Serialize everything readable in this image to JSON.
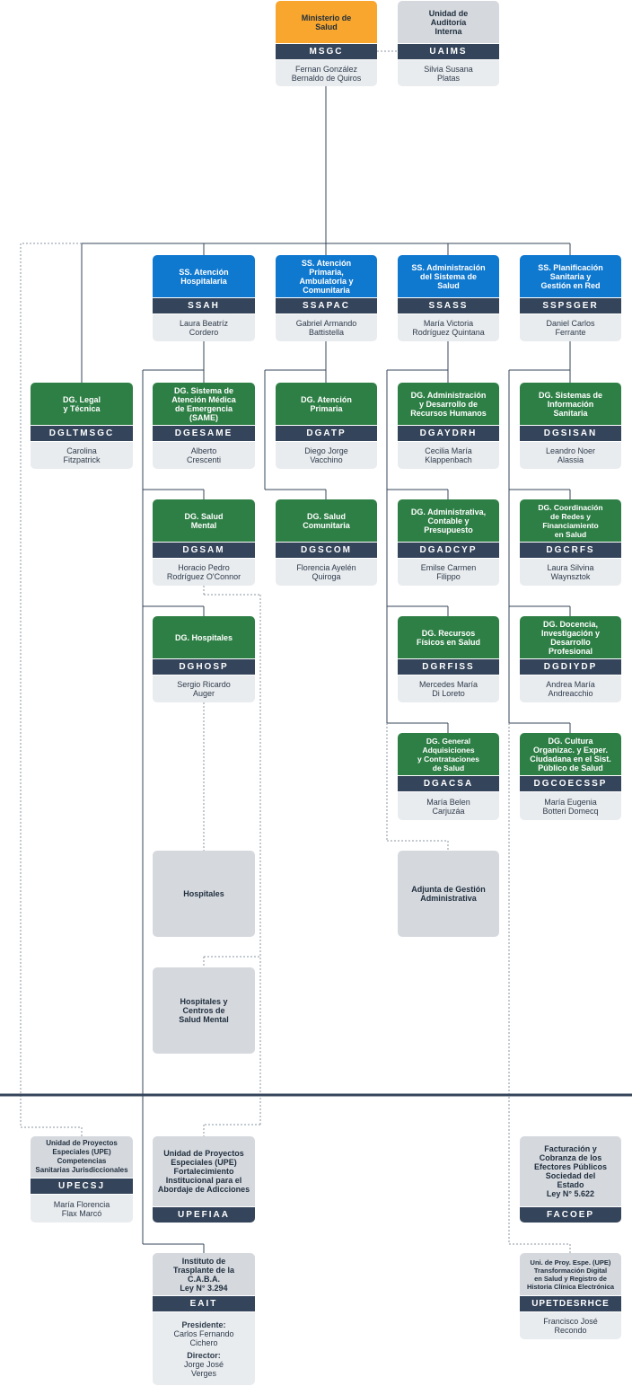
{
  "boxes": {
    "msgc": {
      "title": "Ministerio de\nSalud",
      "code": "MSGC",
      "name": "Fernan González\nBernaldo de Quiros"
    },
    "uaims": {
      "title": "Unidad de\nAuditoría\nInterna",
      "code": "UAIMS",
      "name": "Silvia Susana\nPlatas"
    },
    "ssah": {
      "title": "SS. Atención\nHospitalaria",
      "code": "SSAH",
      "name": "Laura Beatríz\nCordero"
    },
    "ssapac": {
      "title": "SS. Atención\nPrimaria,\nAmbulatoria y\nComunitaria",
      "code": "SSAPAC",
      "name": "Gabriel Armando\nBattistella"
    },
    "ssass": {
      "title": "SS. Administración\ndel Sistema de\nSalud",
      "code": "SSASS",
      "name": "María Victoria\nRodríguez Quintana"
    },
    "sspsger": {
      "title": "SS. Planificación\nSanitaria y\nGestión en Red",
      "code": "SSPSGER",
      "name": "Daniel Carlos\nFerrante"
    },
    "dgltmsgc": {
      "title": "DG. Legal\ny Técnica",
      "code": "DGLTMSGC",
      "name": "Carolina\nFitzpatrick"
    },
    "dgesame": {
      "title": "DG. Sistema de\nAtención Médica\nde Emergencia\n(SAME)",
      "code": "DGESAME",
      "name": "Alberto\nCrescenti"
    },
    "dgatp": {
      "title": "DG. Atención\nPrimaria",
      "code": "DGATP",
      "name": "Diego Jorge\nVacchino"
    },
    "dgaydrh": {
      "title": "DG. Administración\ny Desarrollo de\nRecursos Humanos",
      "code": "DGAYDRH",
      "name": "Cecilia María\nKlappenbach"
    },
    "dgsisan": {
      "title": "DG. Sistemas de\nInformación\nSanitaria",
      "code": "DGSISAN",
      "name": "Leandro Noer\nAlassia"
    },
    "dgsam": {
      "title": "DG. Salud\nMental",
      "code": "DGSAM",
      "name": "Horacio Pedro\nRodríguez O'Connor"
    },
    "dgscom": {
      "title": "DG. Salud\nComunitaria",
      "code": "DGSCOM",
      "name": "Florencia Ayelén\nQuiroga"
    },
    "dgadcyp": {
      "title": "DG. Administrativa,\nContable y\nPresupuesto",
      "code": "DGADCYP",
      "name": "Emilse Carmen\nFilippo"
    },
    "dgcrfs": {
      "title": "DG. Coordinación\nde Redes y Financiamiento\nen Salud",
      "code": "DGCRFS",
      "name": "Laura Silvina\nWaynsztok"
    },
    "dghosp": {
      "title": "DG. Hospitales",
      "code": "DGHOSP",
      "name": "Sergio Ricardo\nAuger"
    },
    "dgrfiss": {
      "title": "DG. Recursos\nFísicos en Salud",
      "code": "DGRFISS",
      "name": "Mercedes María\nDi Loreto"
    },
    "dgdiydp": {
      "title": "DG. Docencia,\nInvestigación y\nDesarrollo\nProfesional",
      "code": "DGDIYDP",
      "name": "Andrea María\nAndreacchio"
    },
    "dgacsa": {
      "title": "DG. General Adquisiciones\ny Contrataciones\nde Salud",
      "code": "DGACSA",
      "name": "María Belen\nCarjuzáa"
    },
    "dgcoecssp": {
      "title": "DG. Cultura\nOrganizac. y Exper.\nCiudadana en el Sist.\nPúblico de Salud",
      "code": "DGCOECSSP",
      "name": "María Eugenia\nBotteri Domecq"
    },
    "upecsj": {
      "title": "Unidad de Proyectos\nEspeciales (UPE) Competencias\nSanitarias Jurisdiccionales",
      "code": "UPECSJ",
      "name": "María Florencia\nFlax Marcó"
    },
    "upefiaa": {
      "title": "Unidad de Proyectos\nEspeciales (UPE)\nFortalecimiento\nInstitucional para el\nAbordaje de Adicciones",
      "code": "UPEFIAA"
    },
    "facoep": {
      "title": "Facturación y\nCobranza de los\nEfectores Públicos\nSociedad del\nEstado\nLey N° 5.622",
      "code": "FACOEP"
    },
    "eait": {
      "title": "Instituto de\nTrasplante de la\nC.A.B.A.\nLey N° 3.294",
      "code": "EAIT",
      "pres_label": "Presidente:",
      "pres_name": "Carlos Fernando\nCichero",
      "dir_label": "Director:",
      "dir_name": "Jorge José\nVerges"
    },
    "upetdesrhce": {
      "title": "Uni. de Proy. Espe. (UPE)\nTransformación Digital\nen Salud y Registro de\nHistoria Clínica Electrónica",
      "code": "UPETDESRHCE",
      "name": "Francisco José\nRecondo"
    }
  },
  "plain": {
    "hospitales": "Hospitales",
    "hcsm": "Hospitales y\nCentros de\nSalud Mental",
    "adjunta": "Adjunta de Gestión\nAdministrativa"
  },
  "colors": {
    "orange": "#f8a62d",
    "blue": "#0f78cf",
    "green": "#2e7f45",
    "navy": "#34445a",
    "grey": "#d5d9de",
    "light": "#e9ecef"
  }
}
